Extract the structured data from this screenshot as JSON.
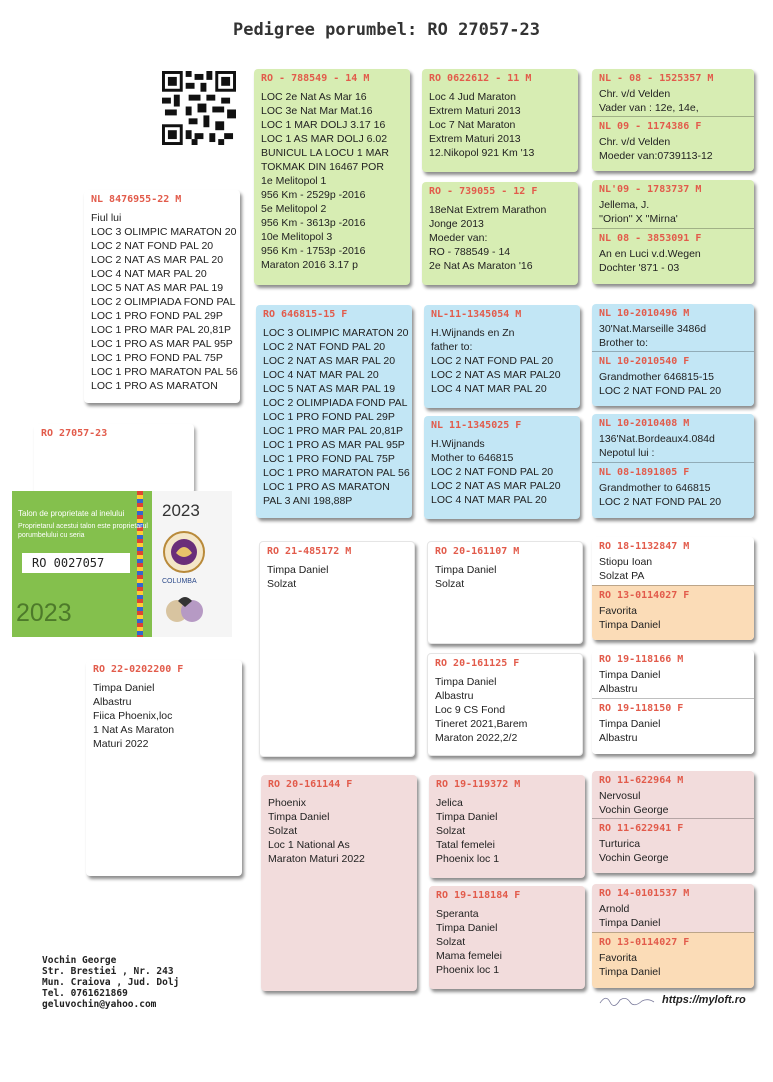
{
  "title": "Pedigree porumbel: RO 27057-23",
  "main_card": {
    "title": "RO 27057-23"
  },
  "talon": {
    "heading": "Talon de proprietate al inelului",
    "text": "Proprietarul acestui talon este proprietarul porumbelului cu seria",
    "ring": "RO 0027057",
    "year": "2023",
    "brand": "COLUMBA"
  },
  "sire": {
    "title": "NL 8476955-22 M",
    "lines": [
      "Fiul lui",
      "LOC 3 OLIMPIC MARATON 20",
      "LOC 2 NAT FOND  PAL 20",
      "LOC 2 NAT AS MAR PAL 20",
      "LOC 4 NAT MAR PAL    20",
      "LOC 5 NAT AS MAR PAL 19",
      "LOC 2 OLIMPIADA FOND PAL",
      "LOC 1 PRO FOND PAL   29P",
      "LOC 1 PRO MAR PAL 20,81P",
      "LOC 1 PRO AS MAR PAL 95P",
      "LOC 1 PRO FOND PAL 75P",
      "LOC 1 PRO MARATON PAL 56",
      "LOC 1 PRO AS MARATON"
    ]
  },
  "dam": {
    "title": "RO 22-0202200 F",
    "lines": [
      "Timpa Daniel",
      "Albastru",
      "Fiica Phoenix,loc",
      "1 Nat As Maraton",
      "Maturi 2022"
    ]
  },
  "g1": {
    "title": "RO - 788549 - 14 M",
    "lines": [
      "LOC 2e Nat As Mar 16",
      "LOC 3e Nat Mar Mat.16",
      "LOC 1 MAR DOLJ 3.17 16",
      "LOC 1 AS MAR DOLJ 6.02",
      "BUNICUL LA LOCU 1 MAR",
      "TOKMAK DIN 16467 POR",
      "1e Melitopol  1",
      "956 Km - 2529p -2016",
      "5e Melitopol  2",
      "956 Km - 3613p -2016",
      "10e Melitopol 3",
      "956 Km - 1753p -2016",
      "Maraton 2016     3.17 p"
    ]
  },
  "g2": {
    "title": "RO 646815-15 F",
    "lines": [
      "LOC 3 OLIMPIC MARATON 20",
      "LOC 2 NAT FOND  PAL 20",
      "LOC 2 NAT AS MAR PAL 20",
      "LOC 4 NAT MAR PAL    20",
      "LOC 5 NAT AS MAR PAL 19",
      "LOC 2 OLIMPIADA FOND PAL",
      "LOC 1 PRO FOND PAL   29P",
      "LOC 1 PRO MAR PAL 20,81P",
      "LOC 1 PRO AS MAR PAL 95P",
      "LOC 1 PRO FOND PAL 75P",
      "LOC 1 PRO MARATON PAL 56",
      "LOC 1 PRO AS MARATON",
      "PAL 3 ANI 198,88P"
    ]
  },
  "g3": {
    "title": "RO 21-485172 M",
    "lines": [
      "Timpa Daniel",
      "Solzat"
    ]
  },
  "g4": {
    "title": "RO 20-161144 F",
    "lines": [
      "Phoenix",
      "Timpa Daniel",
      "Solzat",
      "Loc 1 National As",
      "Maraton Maturi 2022"
    ]
  },
  "c1": {
    "title": "RO 0622612 - 11 M",
    "lines": [
      "Loc 4 Jud Maraton",
      "Extrem Maturi 2013",
      "Loc 7 Nat Maraton",
      "Extrem Maturi 2013",
      "12.Nikopol  921 Km '13"
    ]
  },
  "c2": {
    "title": "RO - 739055 - 12 F",
    "lines": [
      "18eNat Extrem Marathon",
      "Jonge 2013",
      "Moeder van:",
      "RO - 788549 - 14",
      "2e Nat As Maraton  '16"
    ]
  },
  "c3": {
    "title": "NL-11-1345054 M",
    "lines": [
      "H.Wijnands en Zn",
      "father to:",
      "LOC 2 NAT FOND  PAL 20",
      "LOC 2 NAT AS MAR PAL20",
      "LOC 4 NAT MAR PAL   20"
    ]
  },
  "c4": {
    "title": "NL 11-1345025 F",
    "lines": [
      "H.Wijnands",
      "Mother to 646815",
      "LOC 2 NAT FOND  PAL 20",
      "LOC 2 NAT AS MAR PAL20",
      "LOC 4 NAT MAR PAL   20"
    ]
  },
  "c5": {
    "title": "RO 20-161107 M",
    "lines": [
      "Timpa Daniel",
      "Solzat"
    ]
  },
  "c6": {
    "title": "RO 20-161125 F",
    "lines": [
      "Timpa Daniel",
      "Albastru",
      "Loc 9 CS Fond",
      "Tineret 2021,Barem",
      "Maraton 2022,2/2"
    ]
  },
  "c7": {
    "title": "RO 19-119372 M",
    "lines": [
      "Jelica",
      "Timpa Daniel",
      "Solzat",
      "Tatal femelei",
      "Phoenix loc 1"
    ]
  },
  "c8": {
    "title": "RO 19-118184 F",
    "lines": [
      "Speranta",
      "Timpa Daniel",
      "Solzat",
      "Mama femelei",
      "Phoenix loc 1"
    ]
  },
  "r": [
    {
      "title": "NL - 08 - 1525357 M",
      "lines": [
        "Chr. v/d Velden",
        "Vader van : 12e, 14e,"
      ]
    },
    {
      "title": "NL 09 - 1174386 F",
      "lines": [
        "Chr. v/d Velden",
        "Moeder van:0739113-12"
      ]
    },
    {
      "title": "NL'09 - 1783737 M",
      "lines": [
        "Jellema, J.",
        "''Orion'' X ''Mirna'"
      ]
    },
    {
      "title": "NL 08 - 3853091 F",
      "lines": [
        "An en Luci v.d.Wegen",
        "Dochter '871 - 03"
      ]
    },
    {
      "title": "NL 10-2010496 M",
      "lines": [
        "30'Nat.Marseille 3486d",
        "Brother to:"
      ]
    },
    {
      "title": "NL 10-2010540 F",
      "lines": [
        "Grandmother 646815-15",
        "LOC 2 NAT FOND  PAL 20"
      ]
    },
    {
      "title": "NL 10-2010408 M",
      "lines": [
        "136'Nat.Bordeaux4.084d",
        "Nepotul lui :"
      ]
    },
    {
      "title": "NL 08-1891805 F",
      "lines": [
        "Grandmother to 646815",
        "LOC 2 NAT FOND  PAL 20"
      ]
    },
    {
      "title": "RO 18-1132847 M",
      "lines": [
        "Stiopu Ioan",
        "Solzat PA"
      ]
    },
    {
      "title": "RO 13-0114027 F",
      "lines": [
        "Favorita",
        "Timpa Daniel"
      ]
    },
    {
      "title": "RO 19-118166 M",
      "lines": [
        "Timpa Daniel",
        "Albastru"
      ]
    },
    {
      "title": "RO 19-118150 F",
      "lines": [
        "Timpa Daniel",
        "Albastru"
      ]
    },
    {
      "title": "RO 11-622964 M",
      "lines": [
        "Nervosul",
        "Vochin George"
      ]
    },
    {
      "title": "RO 11-622941 F",
      "lines": [
        "Turturica",
        "Vochin George"
      ]
    },
    {
      "title": "RO 14-0101537 M",
      "lines": [
        "Arnold",
        "Timpa Daniel"
      ]
    },
    {
      "title": "RO 13-0114027 F",
      "lines": [
        "Favorita",
        "Timpa Daniel"
      ]
    }
  ],
  "footer": {
    "lines": [
      "Vochin George",
      "Str. Brestiei , Nr. 243",
      "Mun. Craiova , Jud. Dolj",
      "Tel. 0761621869",
      "geluvochin@yahoo.com"
    ],
    "site": "https://myloft.ro"
  }
}
